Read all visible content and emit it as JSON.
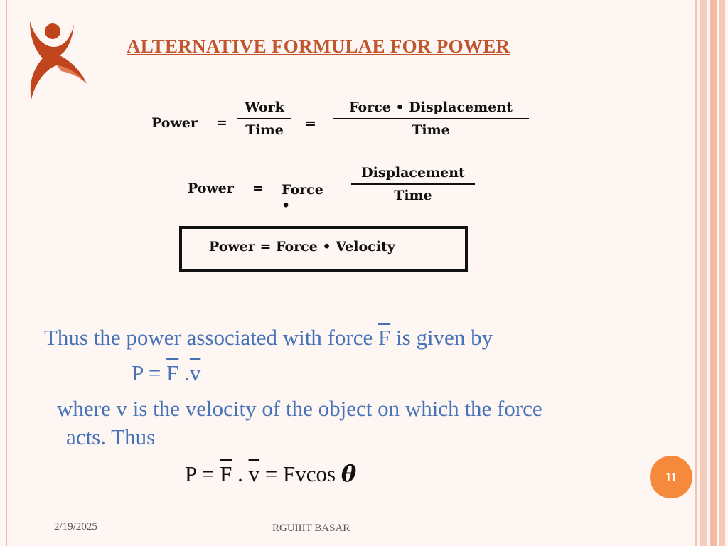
{
  "slide": {
    "title_part1": "ALTE",
    "title_part2": "R",
    "title_part3": "NATIVE  FORMULAE FOR POWER",
    "accent_color": "#c0552e",
    "text_color": "#4672b8",
    "badge_color": "#f58a3c"
  },
  "formula1": {
    "lhs": "Power",
    "eq1": "=",
    "num1": "Work",
    "den1": "Time",
    "eq2": "=",
    "num2": "Force • Displacement",
    "den2": "Time"
  },
  "formula2": {
    "lhs": "Power",
    "eq": "=",
    "mid": "Force •",
    "num": "Displacement",
    "den": "Time"
  },
  "formula3": {
    "text": "Power = Force • Velocity"
  },
  "body": {
    "line1_a": "Thus the power associated with force ",
    "line1_F": "F",
    "line1_b": " is given by",
    "eq1_P": "P = ",
    "eq1_F": "F",
    "eq1_dot": " .",
    "eq1_v": "v",
    "line2": "where v is the velocity of the object on which the force",
    "line3": "acts. Thus",
    "eq2_P": "P = ",
    "eq2_F": "F",
    "eq2_dot": " . ",
    "eq2_v": "v",
    "eq2_rest": " = Fvcos ",
    "eq2_theta": "θ"
  },
  "page_number": "11",
  "footer": {
    "date": "2/19/2025",
    "center": "RGUIIIT BASAR"
  }
}
